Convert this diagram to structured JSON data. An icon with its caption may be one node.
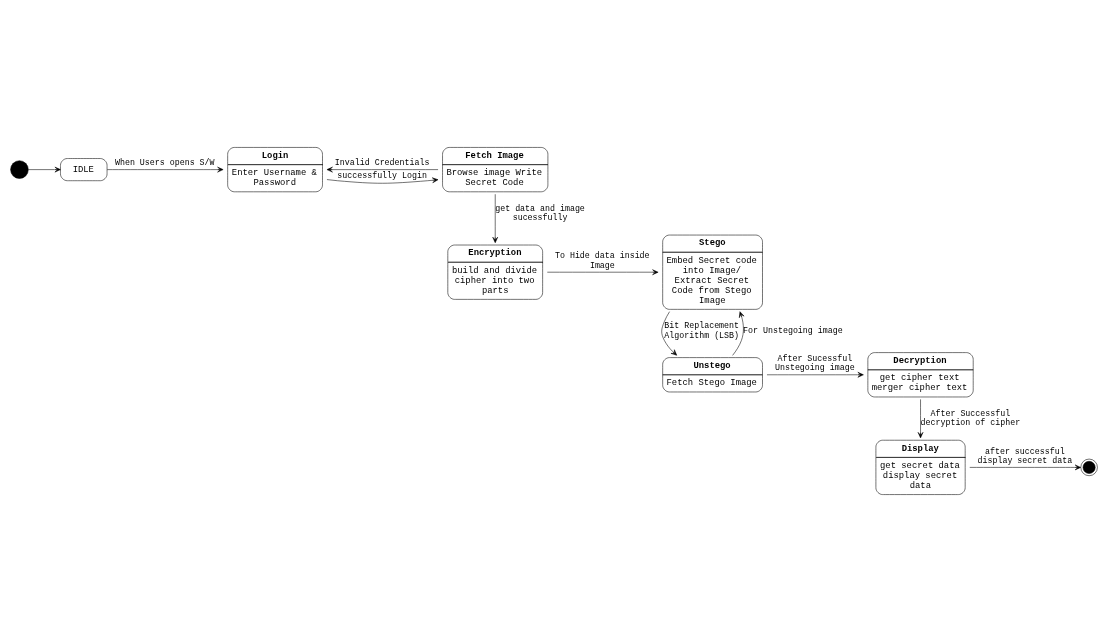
{
  "diagram": {
    "nodes": [
      {
        "text": [],
        "shape": "circle"
      },
      {
        "text": [
          "IDLE"
        ]
      },
      {
        "text": [
          "Login",
          "Enter Username & Password"
        ]
      },
      {
        "text": [
          "Fetch Image",
          "Browse image Write Secret Code"
        ]
      },
      {
        "text": [
          "Encryption",
          "build and divide cipher into two parts"
        ]
      },
      {
        "text": [
          "Stego",
          "Embed Secret code into Image/ Extract Secret Code from Stego Image"
        ]
      },
      {
        "text": [],
        "shape": "circle"
      },
      {
        "text": [
          "Display",
          "get secret data display secret data"
        ]
      },
      {
        "text": [
          "Decryption",
          "get cipher text merger cipher text"
        ]
      },
      {
        "text": [
          "Unstego",
          "Fetch Stego Image"
        ]
      }
    ],
    "edges": [
      {
        "from": 0,
        "to": 1,
        "arrow": "to"
      },
      {
        "from": 1,
        "to": 2,
        "arrow": "to",
        "label": "When Users opens S/W"
      },
      {
        "from": 2,
        "to": 3,
        "arrow": "to",
        "label": "successfully Login"
      },
      {
        "from": 3,
        "to": 4,
        "arrow": "to",
        "label": "get data and image sucessfully"
      },
      {
        "from": 4,
        "to": 5,
        "arrow": "to",
        "label": "To Hide data inside Image"
      },
      {
        "from": 3,
        "to": 2,
        "arrow": "to",
        "label": "Invalid Credentials"
      },
      {
        "from": 5,
        "to": 9,
        "arrow": "to",
        "label": "Bit Replacement Algorithm (LSB)"
      },
      {
        "from": 9,
        "to": 5,
        "arrow": "to",
        "label": "For Unstegoing image"
      },
      {
        "from": 9,
        "to": 8,
        "arrow": "to",
        "label": "After Sucessful Unstegoing image"
      },
      {
        "from": 8,
        "to": 7,
        "arrow": "to",
        "label": "After Successful decryption of cipher"
      },
      {
        "from": 7,
        "to": 6,
        "arrow": "to",
        "label": "after successful display secret data"
      }
    ]
  }
}
